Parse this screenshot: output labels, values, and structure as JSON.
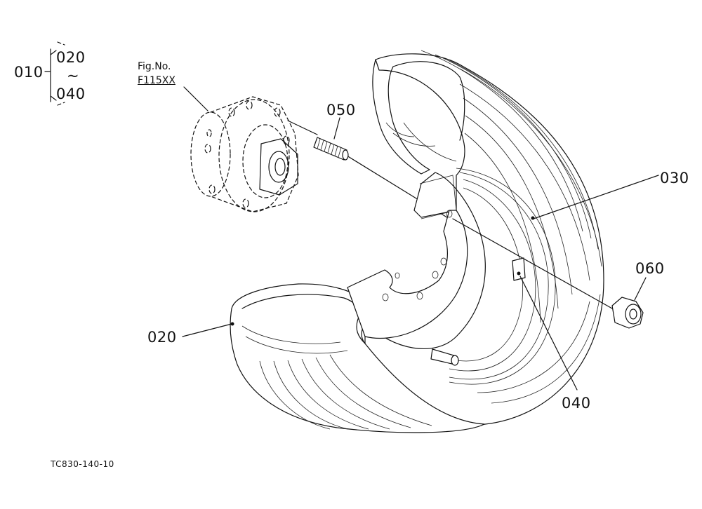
{
  "assembly": {
    "code": "010",
    "range_start": "020",
    "range_sep": "~",
    "range_end": "040"
  },
  "figure_ref": {
    "label": "Fig.No.",
    "number": "F115XX"
  },
  "callouts": {
    "c050": "050",
    "c030": "030",
    "c060": "060",
    "c020": "020",
    "c040": "040"
  },
  "drawing_id": "TC830-140-10"
}
